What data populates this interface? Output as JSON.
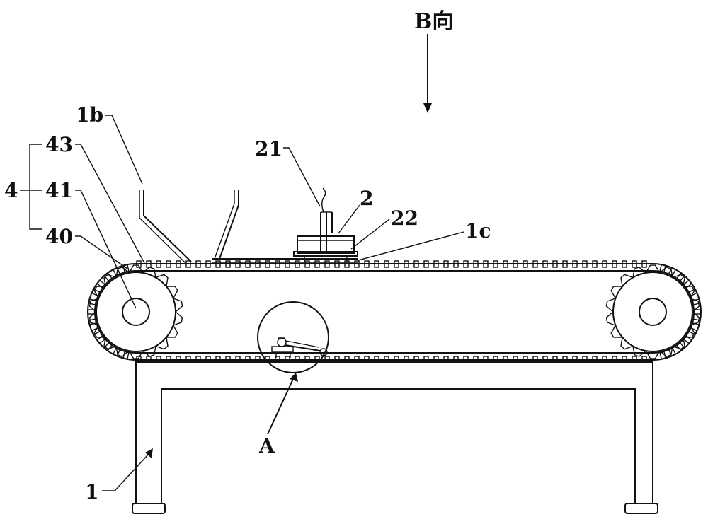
{
  "figure": {
    "view_label": "B向",
    "detail_label": "A",
    "labels": {
      "base_frame": "1",
      "chute": "1b",
      "rail": "1c",
      "clamp_assembly": "2",
      "clamp_handle": "21",
      "clamp_base": "22",
      "conveyor_group": "4",
      "sprocket": "40",
      "axle": "41",
      "chain": "43"
    }
  }
}
